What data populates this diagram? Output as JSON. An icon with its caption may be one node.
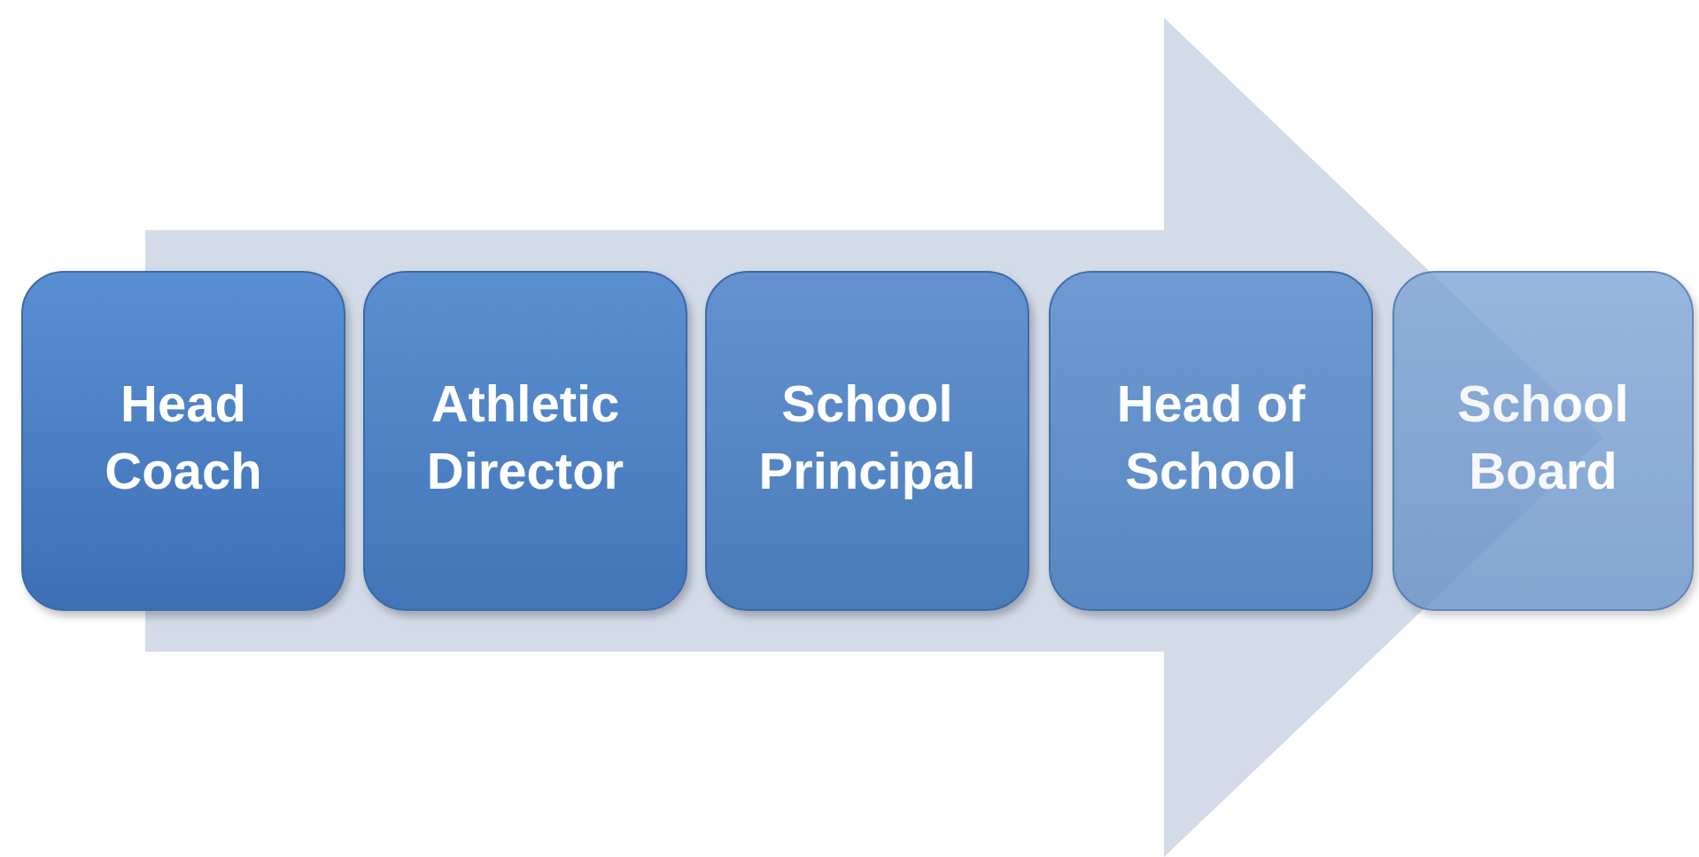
{
  "diagram": {
    "nodes": [
      {
        "text": [
          "Head Coach"
        ]
      },
      {
        "text": [
          "Athletic Director"
        ]
      },
      {
        "text": [
          "School Principal"
        ]
      },
      {
        "text": [
          "Head of School"
        ]
      },
      {
        "text": [
          "School Board"
        ]
      }
    ],
    "edges": [
      {
        "from": 0,
        "to": 4,
        "arrow": "to"
      }
    ]
  }
}
